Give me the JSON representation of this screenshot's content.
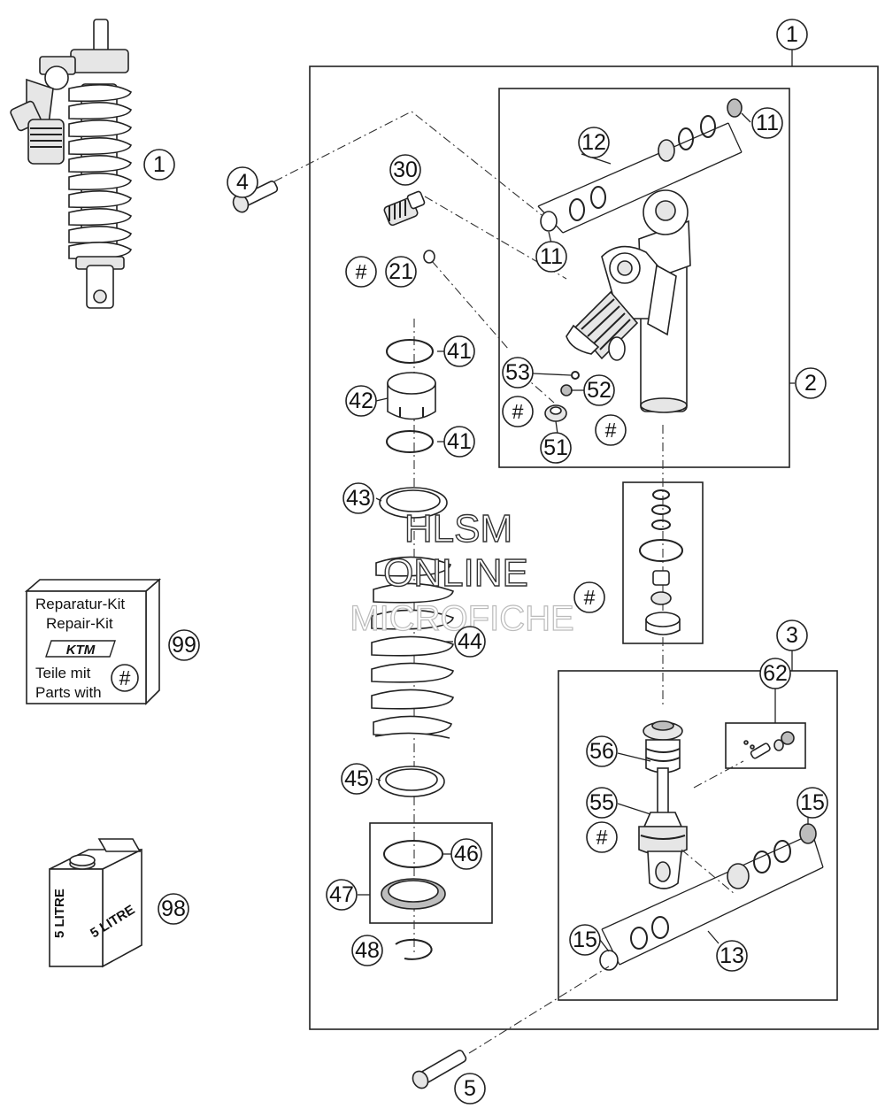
{
  "callouts": {
    "c1_top": "1",
    "c1_left": "1",
    "c2": "2",
    "c3": "3",
    "c4": "4",
    "c5": "5",
    "c11_top": "11",
    "c11_mid": "11",
    "c12": "12",
    "c13": "13",
    "c15_right": "15",
    "c15_left": "15",
    "c21": "21",
    "c30": "30",
    "c41_top": "41",
    "c41_bottom": "41",
    "c42": "42",
    "c43": "43",
    "c44": "44",
    "c45": "45",
    "c46": "46",
    "c47": "47",
    "c48": "48",
    "c51": "51",
    "c52": "52",
    "c53": "53",
    "c55": "55",
    "c56": "56",
    "c62": "62",
    "c98": "98",
    "c99": "99",
    "hash_21": "#",
    "hash_53": "#",
    "hash_51": "#",
    "hash_seal": "#",
    "hash_55": "#"
  },
  "repair_kit": {
    "line1": "Reparatur-Kit",
    "line2": "Repair-Kit",
    "logo": "KTM",
    "line3": "Teile mit",
    "line4": "Parts with",
    "hash": "#"
  },
  "oil_can": {
    "label_front": "5 LITRE",
    "label_side": "5 LITRE"
  },
  "watermark": {
    "line1": "HLSM",
    "line2": "ONLINE",
    "line3": "MICROFICHE"
  },
  "icons": [
    "shock-absorber-assembly",
    "oil-can",
    "repair-kit-box"
  ]
}
